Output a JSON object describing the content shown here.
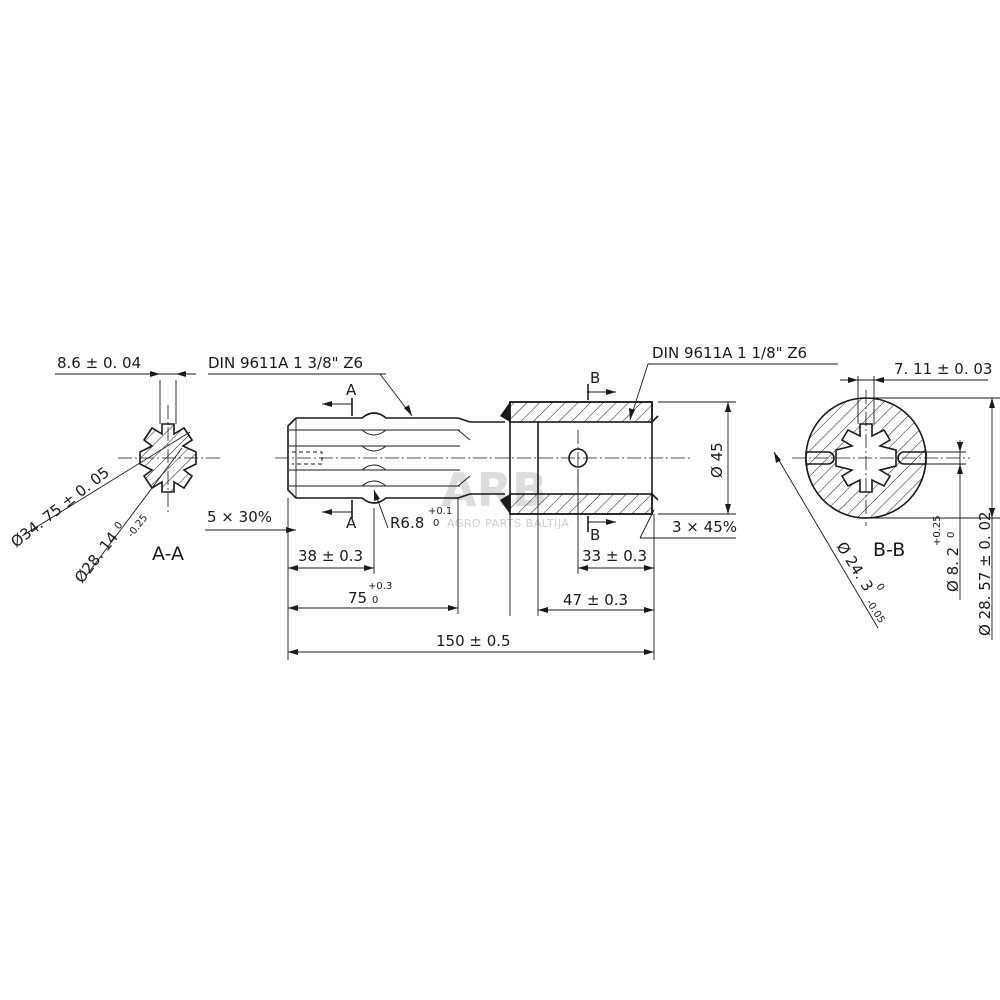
{
  "section_aa": {
    "title": "A-A",
    "dim_key_width": "8.6 ± 0. 04",
    "dim_outer": "Ø34. 75 ± 0. 05",
    "dim_inner_main": "Ø28. 14",
    "dim_inner_tol_upper": "0",
    "dim_inner_tol_lower": "-0.25"
  },
  "main_view": {
    "spline_left": "DIN 9611A  1  3/8\"  Z6",
    "spline_right": "DIN 9611A  1  1/8\"  Z6",
    "section_mark_a": "A",
    "section_mark_b": "B",
    "chamfer_left": "5 × 30%",
    "chamfer_right": "3 × 45%",
    "radius_main": "R6.8",
    "radius_tol_upper": "+0.1",
    "radius_tol_lower": "0",
    "dim_diameter": "Ø 45",
    "dim_38": "38 ± 0.3",
    "dim_75_main": "75",
    "dim_75_tol_upper": "+0.3",
    "dim_75_tol_lower": "0",
    "dim_33": "33 ± 0.3",
    "dim_47": "47 ± 0.3",
    "dim_150": "150 ± 0.5"
  },
  "section_bb": {
    "title": "B-B",
    "dim_key_width": "7. 11 ± 0. 03",
    "dim_inner_main": "Ø 24. 3",
    "dim_inner_tol_upper": "0",
    "dim_inner_tol_lower": "-0.05",
    "dim_hole_main": "Ø 8. 2",
    "dim_hole_tol_upper": "+0.25",
    "dim_hole_tol_lower": "0",
    "dim_outer": "Ø 28. 57 ± 0. 02"
  },
  "watermark": {
    "logo": "ARB",
    "tagline": "AGRO PARTS BALTIJA"
  }
}
